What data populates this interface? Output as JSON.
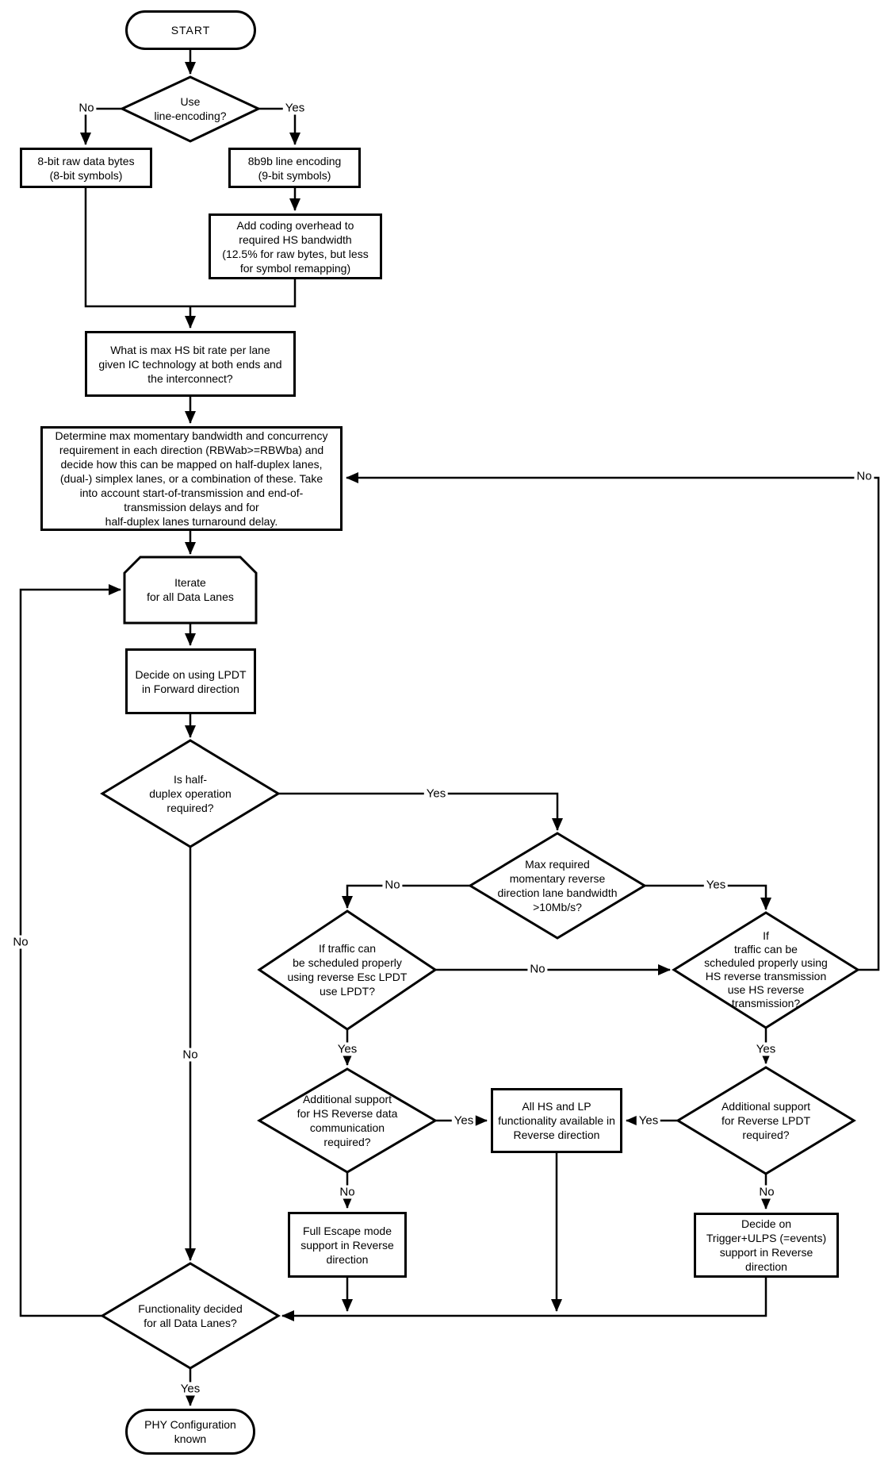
{
  "diagram": {
    "nodes": {
      "start": "START",
      "use_line_encoding": "Use\nline-encoding?",
      "raw_bytes": "8-bit raw data bytes\n(8-bit symbols)",
      "encoding_8b9b": "8b9b line encoding\n(9-bit symbols)",
      "coding_overhead": "Add coding overhead to\nrequired HS bandwidth\n(12.5% for raw bytes, but less\nfor symbol remapping)",
      "max_bit_rate": "What is max HS bit rate per lane\ngiven IC technology at both ends and\nthe interconnect?",
      "determine_bandwidth": "Determine max momentary bandwidth and concurrency\nrequirement in each direction (RBWab>=RBWba) and\ndecide how this can be mapped on half-duplex lanes,\n(dual-) simplex lanes, or a combination of these. Take\ninto account start-of-transmission and end-of-\ntransmission delays and for\nhalf-duplex lanes turnaround delay.",
      "iterate": "Iterate\nfor all Data Lanes",
      "decide_lpdt": "Decide on using LPDT\nin Forward direction",
      "half_duplex": "Is half-\nduplex operation\nrequired?",
      "max_reverse_bw": "Max required\nmomentary reverse\ndirection lane bandwidth\n>10Mb/s?",
      "esc_lpdt": "If traffic can\nbe scheduled properly\nusing reverse Esc LPDT\nuse LPDT?",
      "hs_reverse": "If\ntraffic can be\nscheduled properly using\nHS reverse transmission\nuse HS reverse\ntransmission?",
      "add_hs_reverse": "Additional support\nfor HS Reverse data\ncommunication\nrequired?",
      "add_reverse_lpdt": "Additional support\nfor Reverse LPDT\nrequired?",
      "all_hs_lp": "All HS and LP\nfunctionality available in\nReverse direction",
      "full_escape": "Full Escape mode\nsupport in Reverse\ndirection",
      "trigger_ulps": "Decide on\nTrigger+ULPS (=events)\nsupport in Reverse\ndirection",
      "func_decided": "Functionality decided\nfor all Data Lanes?",
      "phy_known": "PHY Configuration\nknown"
    },
    "edge_labels": {
      "use_no": "No",
      "use_yes": "Yes",
      "hd_yes": "Yes",
      "hd_no": "No",
      "max_no": "No",
      "max_yes": "Yes",
      "esc_no": "No",
      "esc_yes": "Yes",
      "hsrev_yes": "Yes",
      "hsrev_no": "No",
      "addhs_yes": "Yes",
      "addhs_no": "No",
      "addlpdt_yes": "Yes",
      "addlpdt_no": "No",
      "func_no": "No",
      "func_yes": "Yes"
    },
    "colors": {
      "line": "#000000",
      "fill": "#ffffff",
      "text": "#000000"
    }
  }
}
